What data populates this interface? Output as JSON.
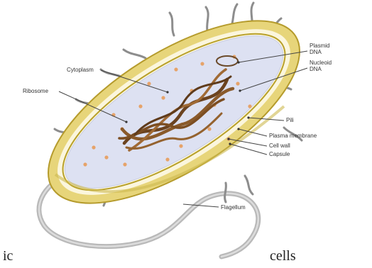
{
  "labels": {
    "plasmid": [
      "Plasmid",
      "DNA"
    ],
    "nucleoid": [
      "Nucleoid",
      "DNA"
    ],
    "cytoplasm": "Cytoplasm",
    "ribosome": "Ribosome",
    "pili": "Pili",
    "plasma_membrane": "Plasma membrane",
    "cell_wall": "Cell wall",
    "capsule": "Capsule",
    "flagellum": "Flagellum"
  },
  "captions": {
    "left": "ic",
    "right": "cells"
  },
  "colors": {
    "capsule": "#e7d57a",
    "cell_wall": "#fbf6dd",
    "membrane": "#b8a02a",
    "cytoplasm": "#dde1f2",
    "dna": "#8a5a2b",
    "ribosome": "#e6a36a",
    "pili": "#8d8d8d",
    "flagellum": "#b9b9b9",
    "leader": "#444444"
  }
}
